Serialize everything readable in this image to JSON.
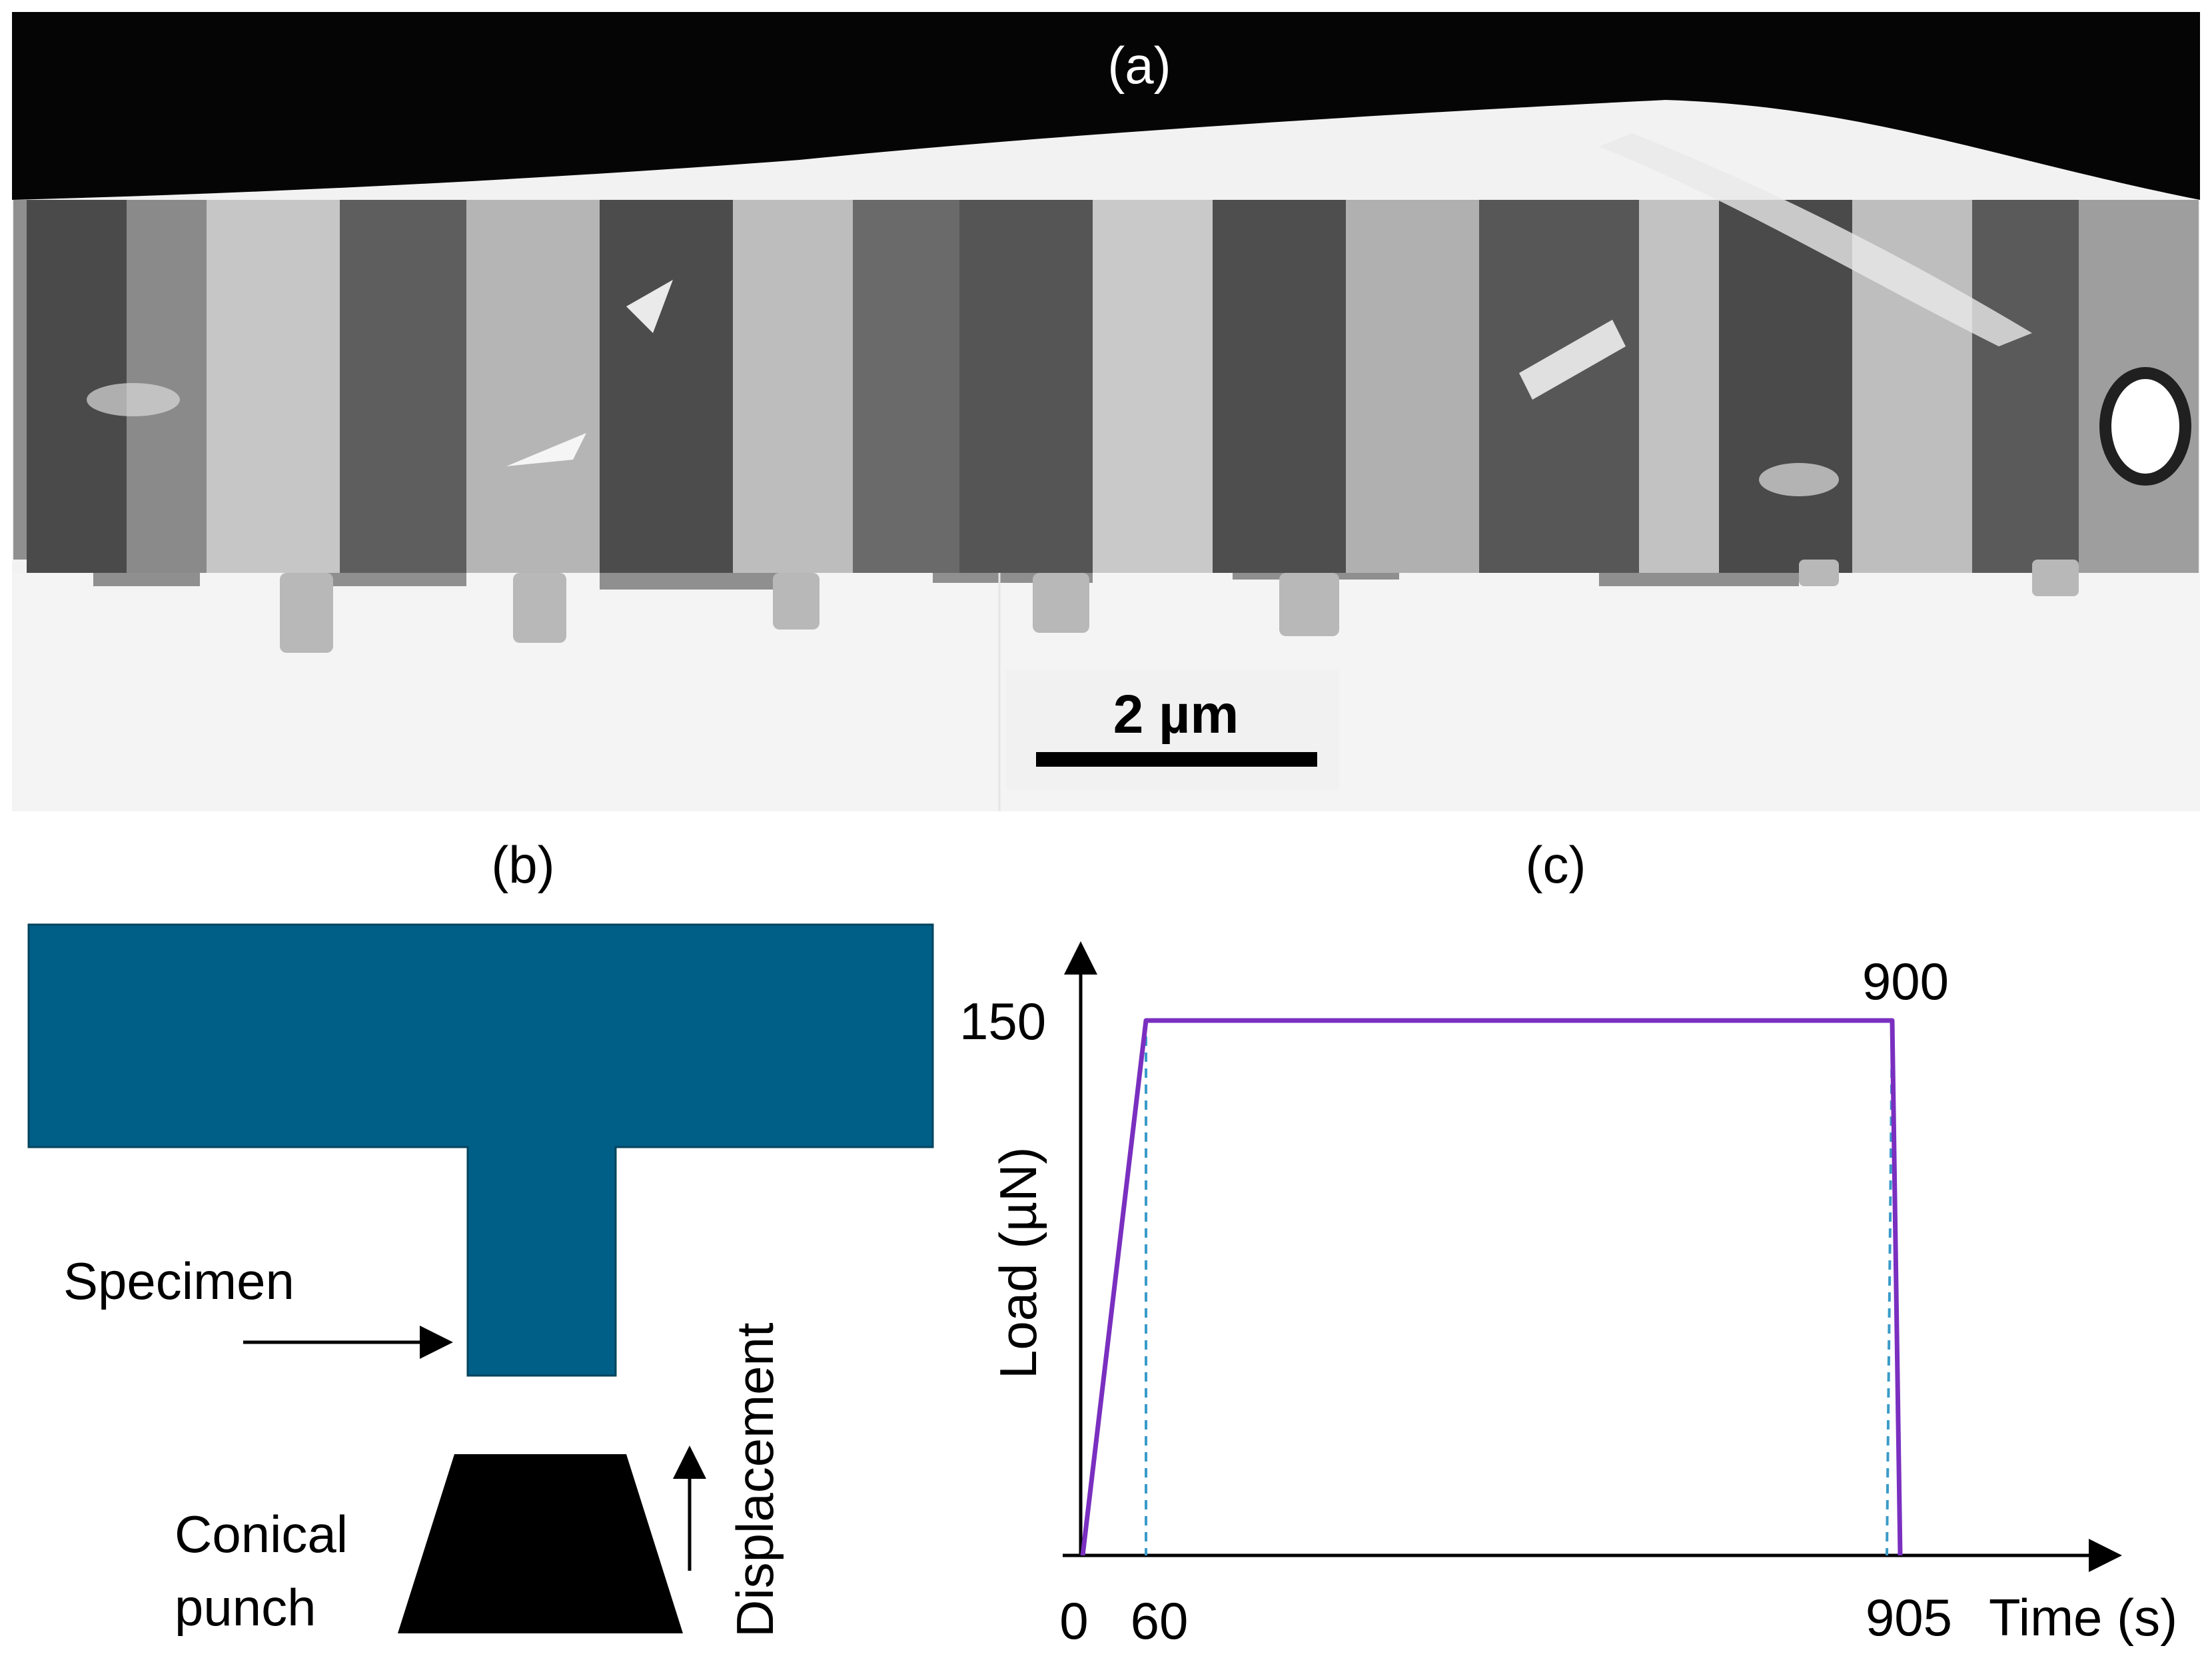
{
  "panel_a": {
    "label": "(a)",
    "scale_bar_label": "2 µm"
  },
  "panel_b": {
    "label": "(b)",
    "specimen_label": "Specimen",
    "punch_label_line1": "Conical",
    "punch_label_line2": "punch",
    "displacement_label": "Displacement",
    "specimen_color": "#005f87",
    "punch_color": "#000000"
  },
  "panel_c": {
    "label": "(c)",
    "y_axis_label": "Load (µN)",
    "x_axis_label": "Time (s)",
    "tick_labels": {
      "x0": "0",
      "x60": "60",
      "x905": "905",
      "y150": "150",
      "peak_end": "900"
    },
    "line_color": "#7a2fc0",
    "guide_color": "#3a9bc8"
  },
  "chart_data": {
    "type": "line",
    "x_label": "Time (s)",
    "y_label": "Load (µN)",
    "series": [
      {
        "x": [
          0,
          60,
          900,
          905
        ],
        "y": [
          0,
          150,
          150,
          0
        ]
      }
    ],
    "reference_lines_x": [
      60,
      900
    ],
    "x_tick_labels": [
      "0",
      "60",
      "905"
    ],
    "y_tick_labels": [
      "150"
    ],
    "annotations": [
      "900"
    ]
  }
}
